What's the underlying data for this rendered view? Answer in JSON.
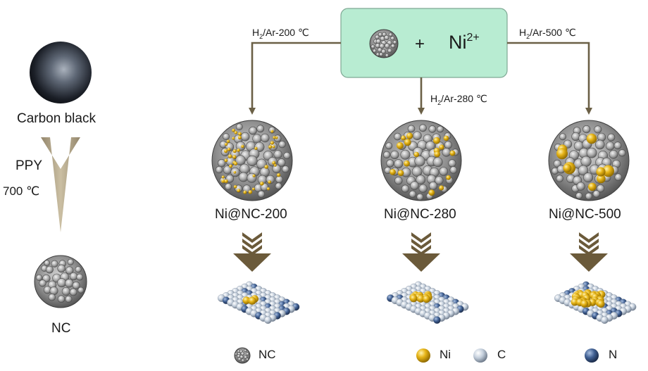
{
  "left_pathway": {
    "carbon_black_label": "Carbon black",
    "ppy_label": "PPY",
    "temperature_label": "700 ℃",
    "nc_label": "NC"
  },
  "reaction_box": {
    "plus_sign": "+",
    "ion_label": "Ni",
    "ion_charge": "2+",
    "box_color": "#b8ecd2"
  },
  "conditions": {
    "h2": "H",
    "h2_sub": "2",
    "c200_rest": "/Ar-200 ℃",
    "c280_rest": "/Ar-280 ℃",
    "c500_rest": "/Ar-500 ℃"
  },
  "products": [
    {
      "label": "Ni@NC-200"
    },
    {
      "label": "Ni@NC-280"
    },
    {
      "label": "Ni@NC-500"
    }
  ],
  "legend": [
    {
      "label": "NC",
      "icon": "nc-sphere-icon"
    },
    {
      "label": "Ni",
      "icon": "ni-atom-icon"
    },
    {
      "label": "C",
      "icon": "c-atom-icon"
    },
    {
      "label": "N",
      "icon": "n-atom-icon"
    }
  ],
  "colors": {
    "arrow": "#6b6046",
    "chevron": "#6b5a3a",
    "ni_gold": "#e0b21a",
    "carbon_atom": "#c9d3df",
    "nitrogen_atom": "#3c5a8a"
  }
}
